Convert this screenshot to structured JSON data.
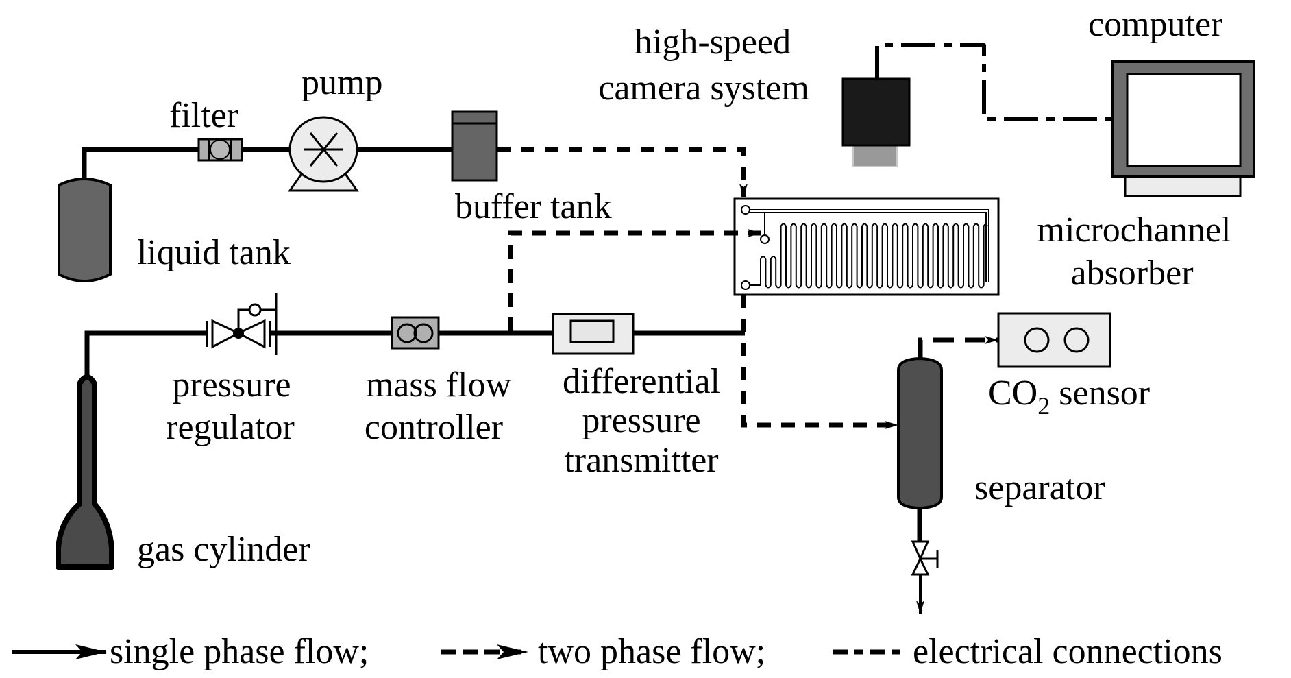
{
  "figure": {
    "type": "experimental setup schematic",
    "background": "#ffffff"
  },
  "components": {
    "liquid_tank": {
      "label": "liquid tank",
      "fill": "#656565"
    },
    "filter": {
      "label": "filter",
      "fill": "#b0b0b0"
    },
    "pump": {
      "label": "pump",
      "fill": "#ececec"
    },
    "buffer_tank": {
      "label": "buffer tank",
      "fill": "#656565"
    },
    "camera": {
      "label_line1": "high-speed",
      "label_line2": "camera system",
      "fill": "#1a1a1a",
      "lens_fill": "#999999"
    },
    "computer": {
      "label": "computer",
      "fill": "#6e6e6e",
      "base_fill": "#ececec"
    },
    "microchannel": {
      "label_line1": "microchannel",
      "label_line2": "absorber"
    },
    "gas_cylinder": {
      "label": "gas cylinder",
      "fill": "#4a4a4a"
    },
    "pressure_regulator": {
      "label_line1": "pressure",
      "label_line2": "regulator"
    },
    "mass_flow_controller": {
      "label_line1": "mass flow",
      "label_line2": "controller",
      "fill": "#b0b0b0"
    },
    "dp_transmitter": {
      "label_line1": "differential",
      "label_line2": "pressure",
      "label_line3": "transmitter",
      "fill": "#ececec"
    },
    "co2_sensor": {
      "label_main": "CO",
      "label_sub": "2",
      "label_rest": " sensor",
      "fill": "#ececec"
    },
    "separator": {
      "label": "separator",
      "fill": "#4f4f4f"
    }
  },
  "legend": {
    "single_phase": "single phase flow;",
    "two_phase": "two phase flow;",
    "electrical": "electrical connections"
  }
}
